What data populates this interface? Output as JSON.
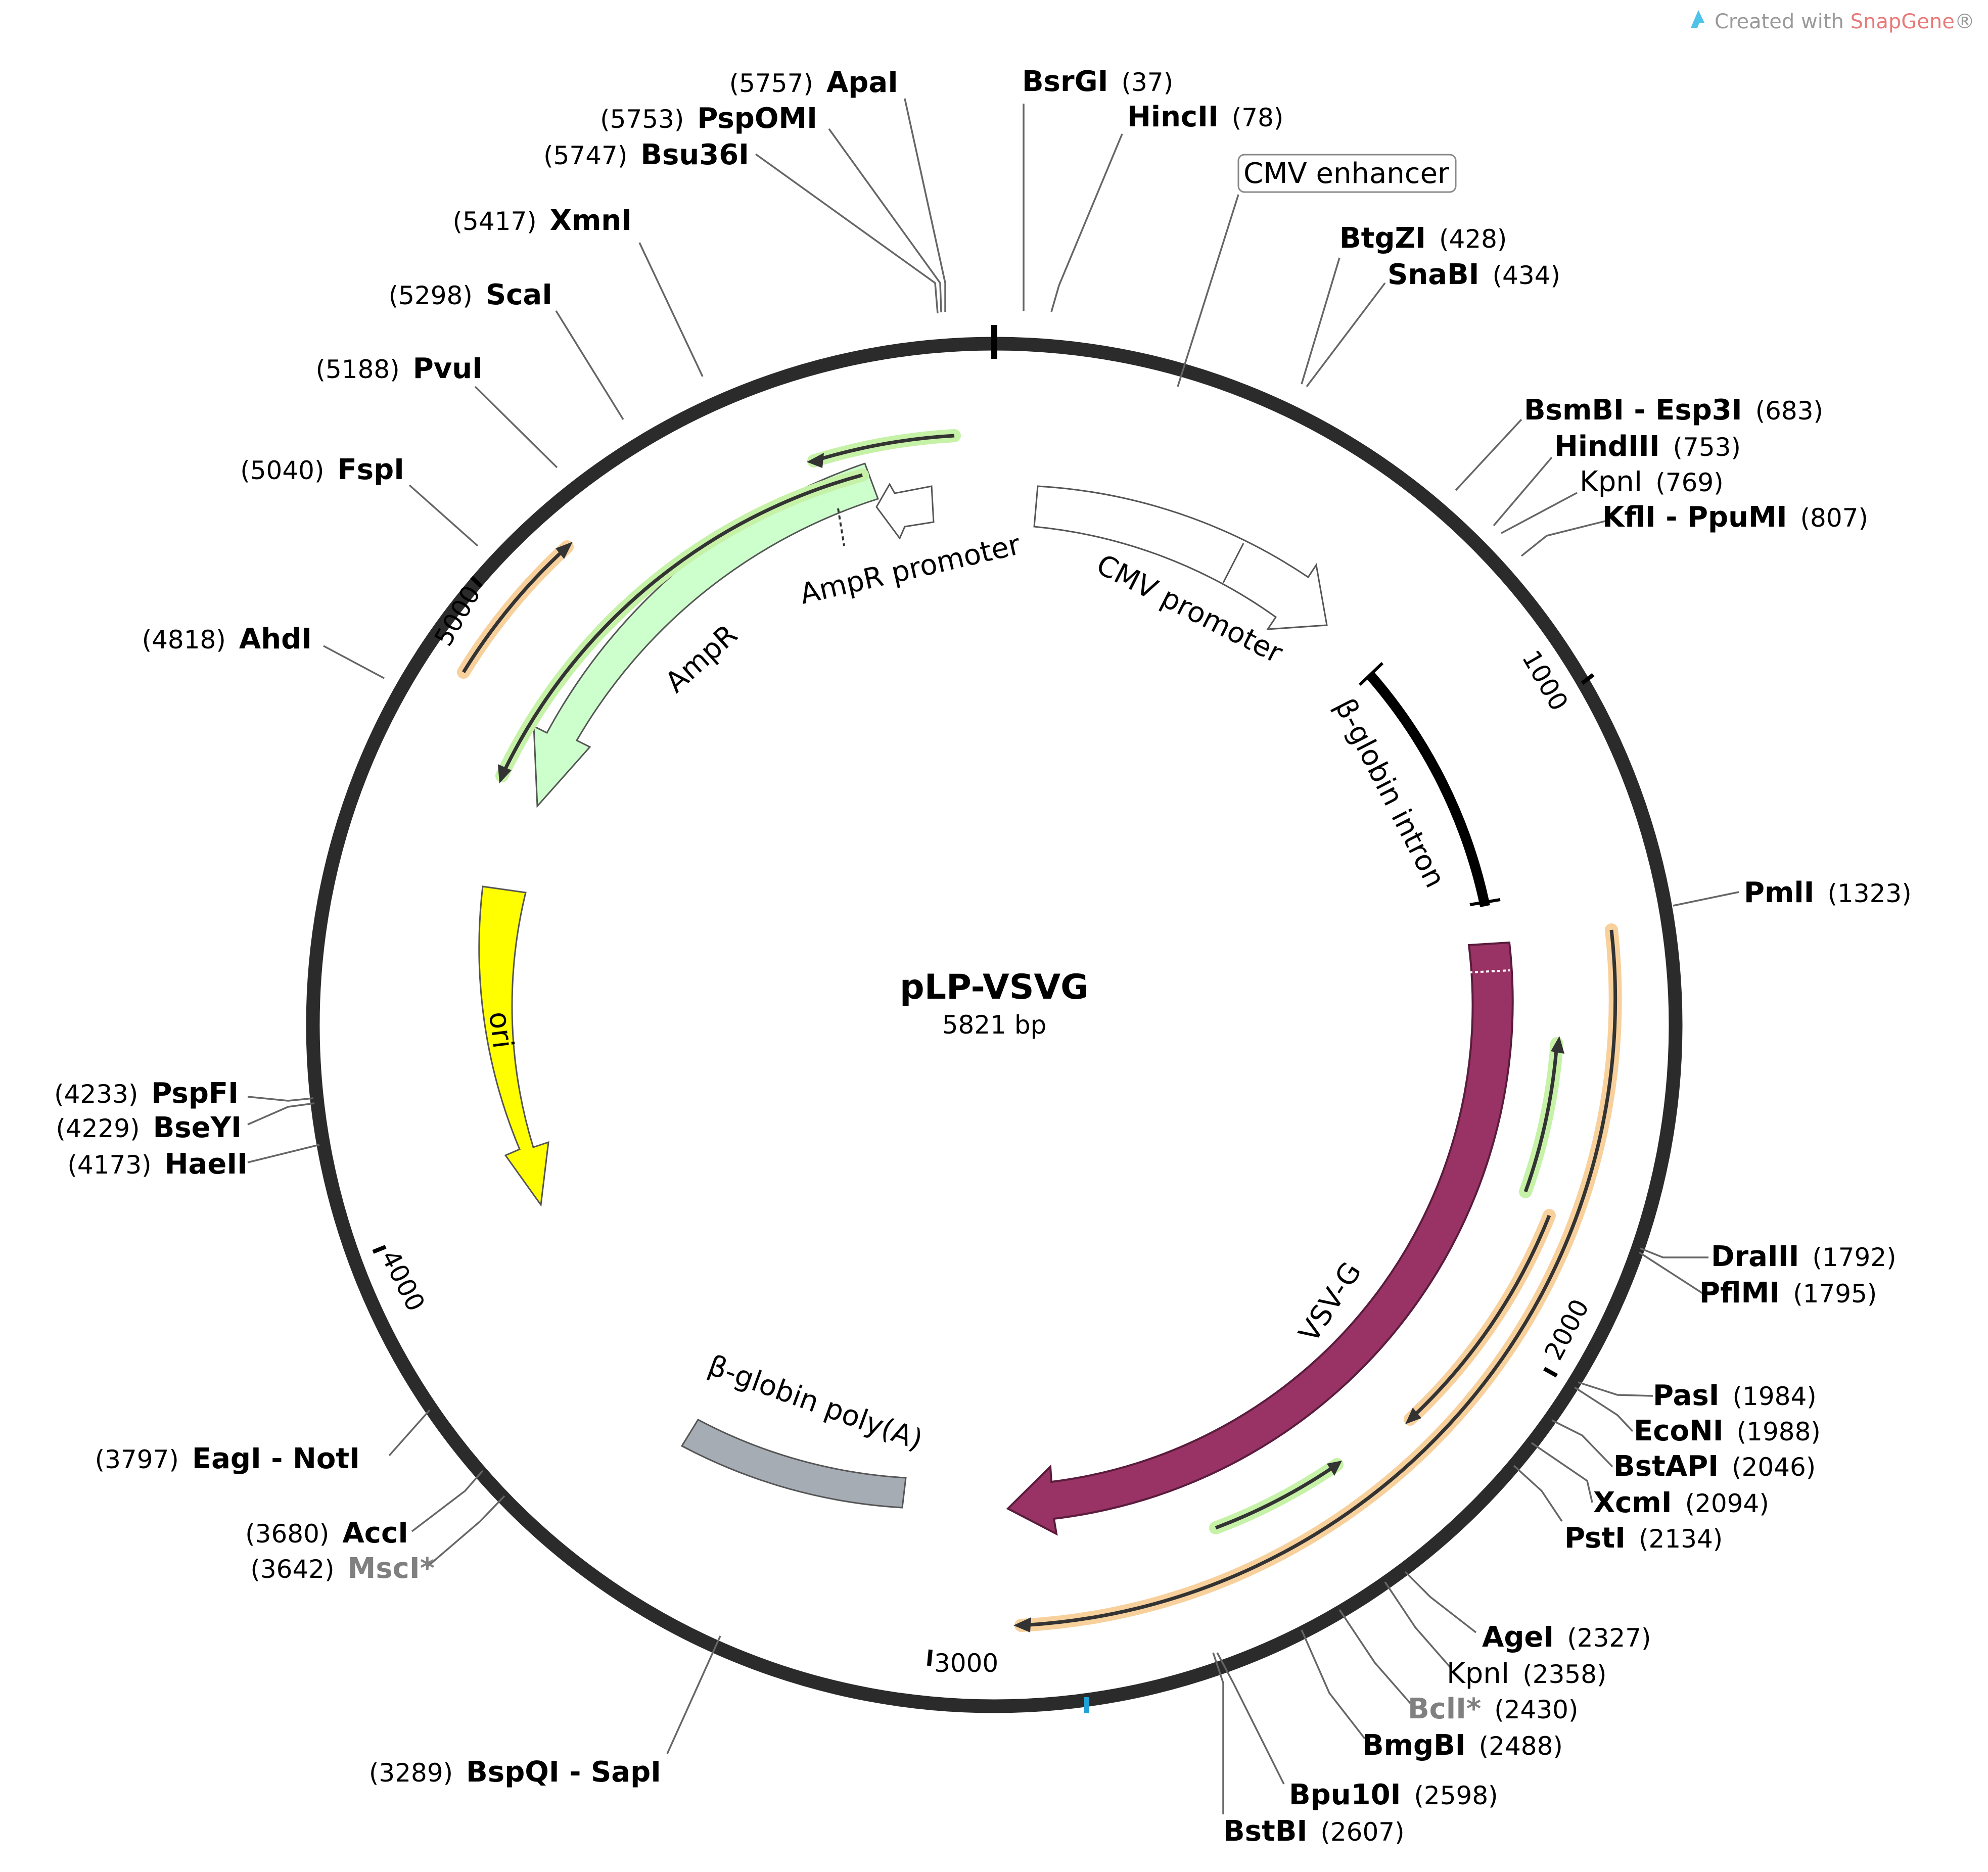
{
  "watermark": {
    "prefix": "Created with ",
    "brand": "SnapGene",
    "suffix": "®",
    "brand_color": "#e87a7a"
  },
  "plasmid": {
    "name": "pLP-VSVG",
    "size_label": "5821 bp",
    "length": 5821
  },
  "ticks": [
    "1000",
    "2000",
    "3000",
    "4000",
    "5000"
  ],
  "features": [
    {
      "label": "CMV enhancer",
      "color": "#ffffff",
      "boxed": true
    },
    {
      "label": "CMV promoter",
      "color": "#ffffff"
    },
    {
      "label": "β-globin intron",
      "color": "#000000"
    },
    {
      "label": "VSV-G",
      "color": "#993366"
    },
    {
      "label": "β-globin poly(A)",
      "color": "#a6acb3"
    },
    {
      "label": "ori",
      "color": "#ffff00"
    },
    {
      "label": "AmpR",
      "color": "#ccffcc"
    },
    {
      "label": "AmpR promoter",
      "color": "#ffffff"
    }
  ],
  "orf_colors": {
    "green": "#c6f2a8",
    "orange": "#f7d09c",
    "line": "#333333"
  },
  "enzymes": [
    {
      "name": "BsrGI",
      "pos": "(37)"
    },
    {
      "name": "HincII",
      "pos": "(78)"
    },
    {
      "name": "BtgZI",
      "pos": "(428)"
    },
    {
      "name": "SnaBI",
      "pos": "(434)"
    },
    {
      "name": "BsmBI - Esp3I",
      "pos": "(683)"
    },
    {
      "name": "HindIII",
      "pos": "(753)"
    },
    {
      "name": "KpnI",
      "pos": "(769)",
      "style": "plain"
    },
    {
      "name": "KflI - PpuMI",
      "pos": "(807)"
    },
    {
      "name": "PmlI",
      "pos": "(1323)"
    },
    {
      "name": "DraIII",
      "pos": "(1792)"
    },
    {
      "name": "PflMI",
      "pos": "(1795)"
    },
    {
      "name": "PasI",
      "pos": "(1984)"
    },
    {
      "name": "EcoNI",
      "pos": "(1988)"
    },
    {
      "name": "BstAPI",
      "pos": "(2046)"
    },
    {
      "name": "XcmI",
      "pos": "(2094)"
    },
    {
      "name": "PstI",
      "pos": "(2134)"
    },
    {
      "name": "AgeI",
      "pos": "(2327)"
    },
    {
      "name": "KpnI",
      "pos": "(2358)",
      "style": "plain"
    },
    {
      "name": "BclI*",
      "pos": "(2430)",
      "style": "gray"
    },
    {
      "name": "BmgBI",
      "pos": "(2488)"
    },
    {
      "name": "Bpu10I",
      "pos": "(2598)"
    },
    {
      "name": "BstBI",
      "pos": "(2607)"
    },
    {
      "name": "BspQI - SapI",
      "pos": "(3289)"
    },
    {
      "name": "MscI*",
      "pos": "(3642)",
      "style": "gray"
    },
    {
      "name": "AccI",
      "pos": "(3680)"
    },
    {
      "name": "EagI - NotI",
      "pos": "(3797)"
    },
    {
      "name": "HaeII",
      "pos": "(4173)"
    },
    {
      "name": "BseYI",
      "pos": "(4229)"
    },
    {
      "name": "PspFI",
      "pos": "(4233)"
    },
    {
      "name": "AhdI",
      "pos": "(4818)"
    },
    {
      "name": "FspI",
      "pos": "(5040)"
    },
    {
      "name": "PvuI",
      "pos": "(5188)"
    },
    {
      "name": "ScaI",
      "pos": "(5298)"
    },
    {
      "name": "XmnI",
      "pos": "(5417)"
    },
    {
      "name": "Bsu36I",
      "pos": "(5747)"
    },
    {
      "name": "PspOMI",
      "pos": "(5753)"
    },
    {
      "name": "ApaI",
      "pos": "(5757)"
    }
  ]
}
